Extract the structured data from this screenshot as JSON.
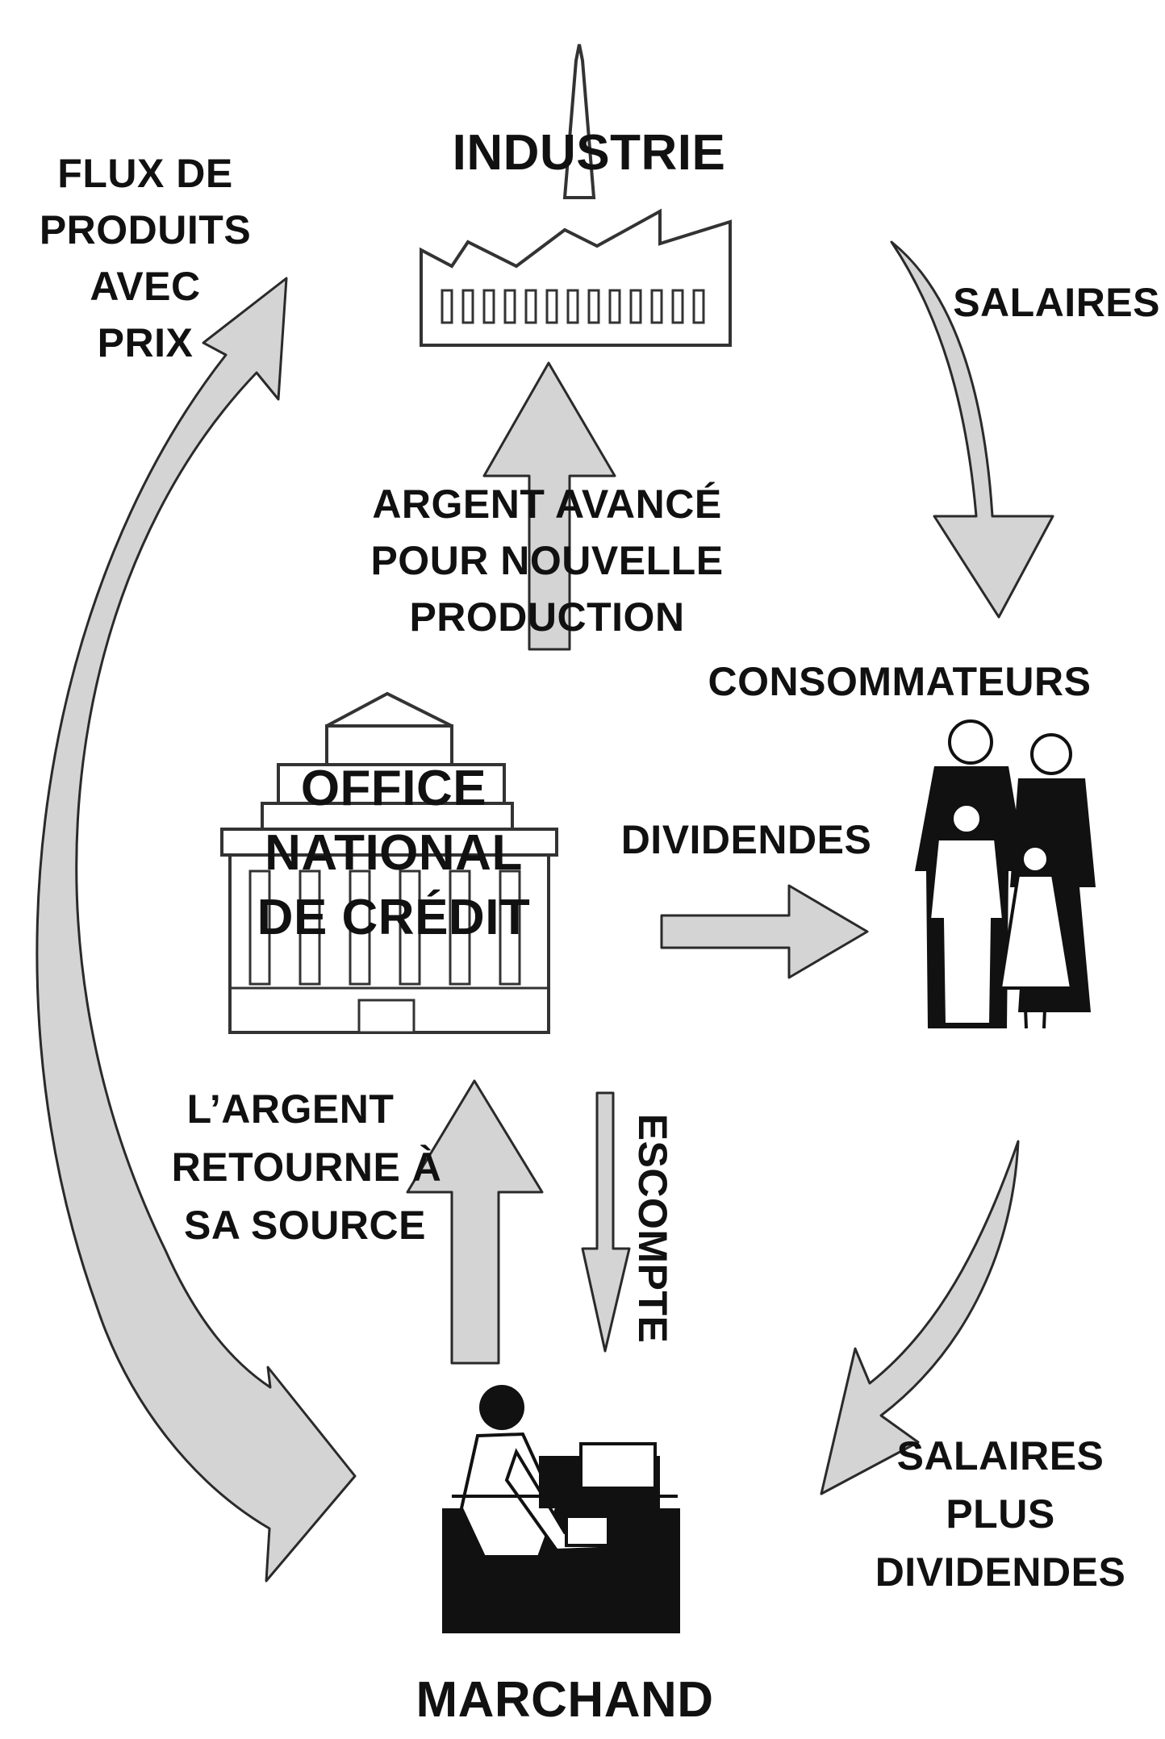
{
  "nodes": {
    "industry": {
      "label": "INDUSTRIE"
    },
    "consumers": {
      "label": "CONSOMMATEURS"
    },
    "credit_office": {
      "label_lines": [
        "OFFICE",
        "NATIONAL",
        "DE CRÉDIT"
      ]
    },
    "merchant": {
      "label": "MARCHAND"
    }
  },
  "flows": {
    "products": {
      "label_lines": [
        "FLUX DE",
        "PRODUITS",
        "AVEC",
        "PRIX"
      ]
    },
    "wages": {
      "label": "SALAIRES"
    },
    "advanced_money": {
      "label_lines": [
        "ARGENT AVANCÉ",
        "POUR NOUVELLE",
        "PRODUCTION"
      ]
    },
    "dividends": {
      "label": "DIVIDENDES"
    },
    "money_returns": {
      "label_lines": [
        "L’ARGENT",
        "RETOURNE À",
        "SA SOURCE"
      ]
    },
    "discount": {
      "label": "ESCOMPTE"
    },
    "wages_plus_dividends": {
      "label_lines": [
        "SALAIRES",
        "PLUS",
        "DIVIDENDES"
      ]
    }
  },
  "colors": {
    "arrow_fill": "#d4d4d4",
    "ink": "#111111",
    "background": "#ffffff"
  }
}
